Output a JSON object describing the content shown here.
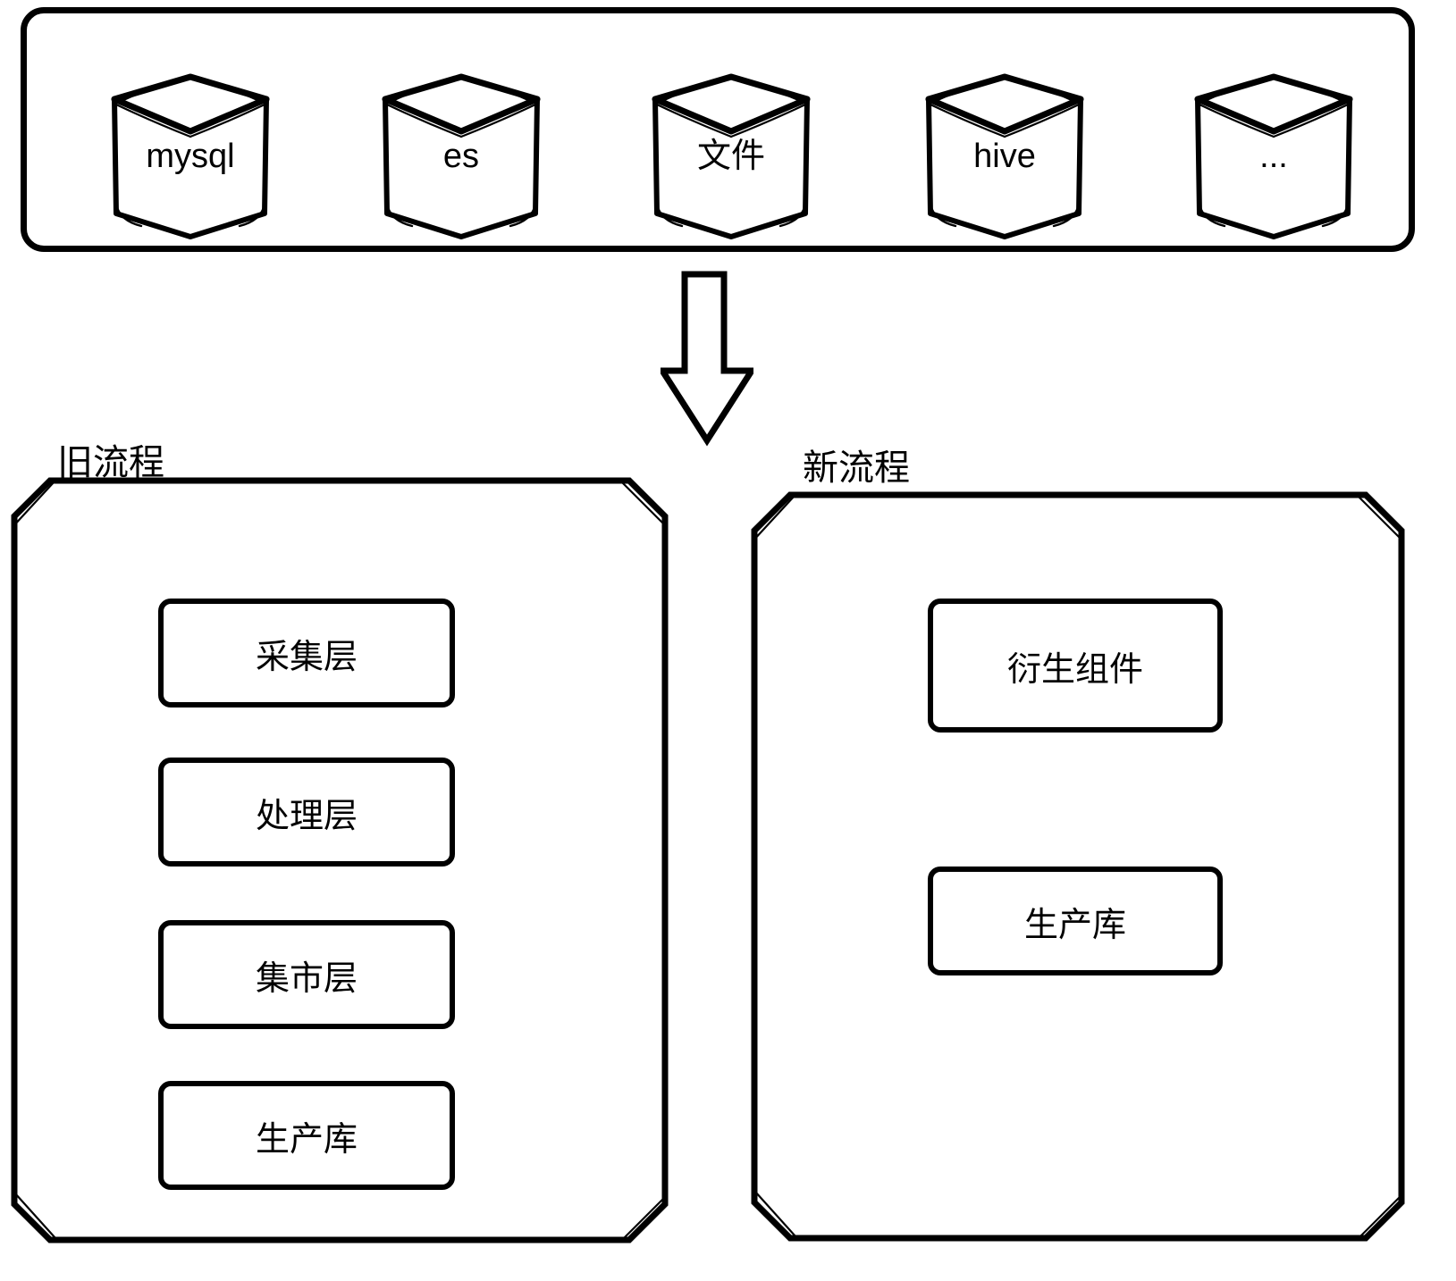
{
  "colors": {
    "ink": "#000000",
    "background": "#ffffff"
  },
  "sources_panel": {
    "items": [
      {
        "label": "mysql"
      },
      {
        "label": "es"
      },
      {
        "label": "文件"
      },
      {
        "label": "hive"
      },
      {
        "label": "..."
      }
    ]
  },
  "arrow": {
    "direction": "down"
  },
  "sections": {
    "old": {
      "title": "旧流程",
      "layers": [
        "采集层",
        "处理层",
        "集市层",
        "生产库"
      ]
    },
    "new": {
      "title": "新流程",
      "layers": [
        "衍生组件",
        "生产库"
      ]
    }
  }
}
